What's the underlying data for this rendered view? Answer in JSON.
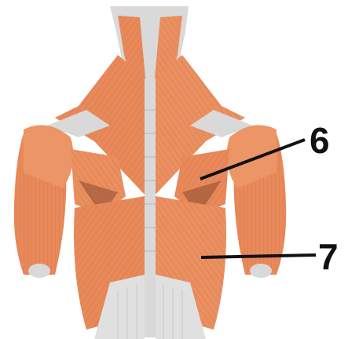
{
  "diagram": {
    "subject": "posterior-torso-muscles",
    "colors": {
      "background": "#ffffff",
      "muscle": "#e8895a",
      "muscle_light": "#f2b48c",
      "muscle_dark": "#c8603a",
      "bone": "#d9d9d9",
      "bone_shade": "#bdbdbd",
      "leader_line": "#111111"
    },
    "callouts": [
      {
        "number": "6",
        "structure": "shoulder-blade-region"
      },
      {
        "number": "7",
        "structure": "lower-back-region"
      }
    ]
  }
}
